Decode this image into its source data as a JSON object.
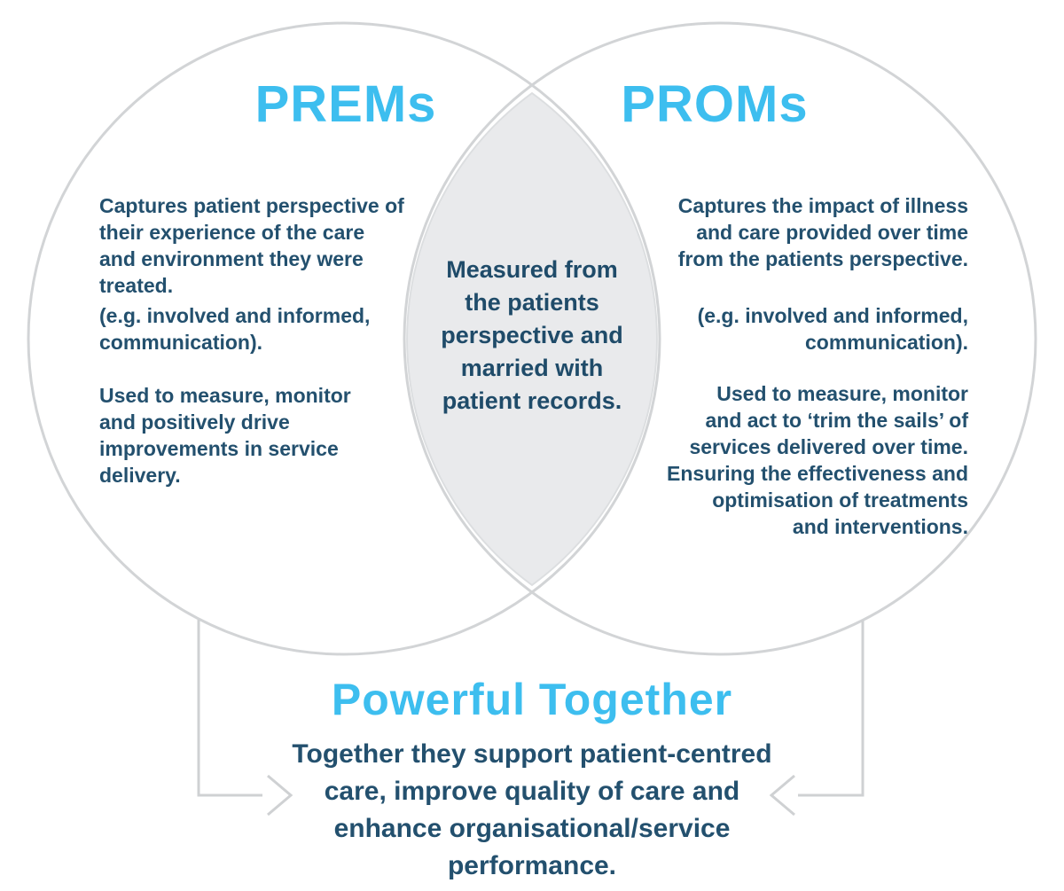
{
  "venn": {
    "left": {
      "title": "PREMs",
      "paragraphs": {
        "p1": "Captures patient perspective of\ntheir experience of the care\nand environment they were\ntreated.",
        "p2": "(e.g. involved and informed,\ncommunication).",
        "p3": "Used to measure, monitor\nand positively drive\nimprovements in service\ndelivery."
      }
    },
    "right": {
      "title": "PROMs",
      "paragraphs": {
        "p1": "Captures the impact of illness\nand care provided over time\nfrom the patients perspective.",
        "p2": "(e.g. involved and informed,\ncommunication).",
        "p3": "Used to measure, monitor\nand act to ‘trim the sails’ of\nservices delivered over time.\nEnsuring the effectiveness and\noptimisation of treatments\nand interventions."
      }
    },
    "overlap": {
      "text": "Measured from\nthe patients\nperspective and\nmarried with\npatient records."
    }
  },
  "footer": {
    "heading": "Powerful Together",
    "body": "Together they support patient-centred\ncare, improve quality of care and\nenhance organisational/service\nperformance."
  },
  "colors": {
    "accent_blue": "#3DBEEF",
    "body_text_blue": "#23506E",
    "overlap_text_blue": "#1F4B69",
    "circle_stroke_gray": "#D2D4D6",
    "lens_fill_gray": "#E9EAEC",
    "connector_gray": "#CFD1D3"
  }
}
